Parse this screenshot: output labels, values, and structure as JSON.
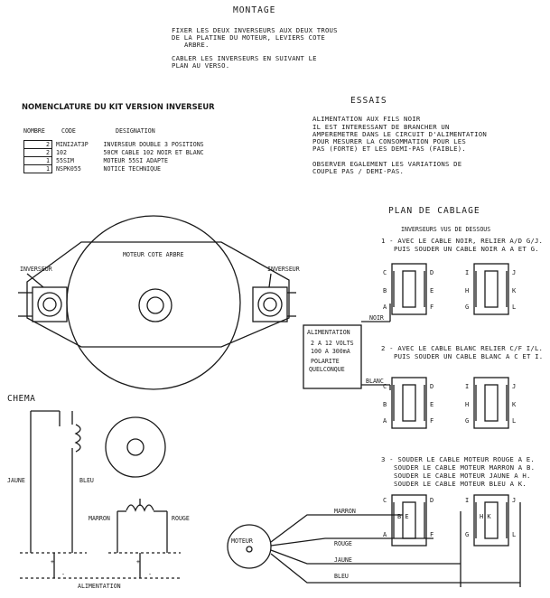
{
  "montage": {
    "title": "MONTAGE",
    "lines": [
      "FIXER LES DEUX INVERSEURS AUX DEUX TROUS",
      "DE LA PLATINE DU MOTEUR, LEVIERS COTE",
      "ARBRE.",
      "",
      "CABLER LES INVERSEURS EN SUIVANT LE",
      "PLAN AU VERSO."
    ]
  },
  "nomenclature": {
    "title": "NOMENCLATURE DU KIT VERSION INVERSEUR",
    "headers": [
      "NOMBRE",
      "CODE",
      "DESIGNATION"
    ],
    "rows": [
      {
        "qty": "2",
        "code": "MINI2AT3P",
        "desc": "INVERSEUR DOUBLE 3 POSITIONS"
      },
      {
        "qty": "2",
        "code": "102",
        "desc": "50CM CABLE 102 NOIR ET BLANC"
      },
      {
        "qty": "1",
        "code": "55SIM",
        "desc": "MOTEUR 55SI ADAPTE"
      },
      {
        "qty": "1",
        "code": "NSPK055",
        "desc": "NOTICE TECHNIQUE"
      }
    ]
  },
  "essais": {
    "title": "ESSAIS",
    "lines": [
      "ALIMENTATION AUX FILS NOIR",
      "IL EST INTERESSANT DE BRANCHER UN",
      "AMPEREMETRE DANS LE CIRCUIT D'ALIMENTATION",
      "POUR MESURER LA CONSOMMATION POUR LES",
      "PAS (FORTE) ET LES DEMI-PAS (FAIBLE).",
      "",
      "OBSERVER EGALEMENT LES VARIATIONS DE",
      "COUPLE PAS / DEMI-PAS."
    ]
  },
  "plan": {
    "title": "PLAN DE CABLAGE",
    "subtitle": "INVERSEURS VUS DE DESSOUS",
    "step1": [
      "1 - AVEC LE CABLE NOIR, RELIER A/D G/J.",
      "PUIS SOUDER UN CABLE NOIR A A ET G."
    ],
    "step2": [
      "2 - AVEC LE CABLE BLANC RELIER C/F I/L.",
      "PUIS SOUDER UN CABLE BLANC A C ET I."
    ],
    "step3": [
      "3 - SOUDER LE CABLE MOTEUR ROUGE A E.",
      "SOUDER LE CABLE MOTEUR MARRON A B.",
      "SOUDER LE CABLE MOTEUR JAUNE A H.",
      "SOUDER LE CABLE MOTEUR BLEU A K."
    ],
    "alim_lines": [
      "ALIMENTATION",
      "2 A 12 VOLTS",
      "100 A 300mA",
      "POLARITE",
      "QUELCONQUE"
    ],
    "noir": "NOIR",
    "blanc": "BLANC",
    "moteur": "MOTEUR",
    "wires": {
      "marron": "MARRON",
      "rouge": "ROUGE",
      "jaune": "JAUNE",
      "bleu": "BLEU"
    },
    "pins_left": {
      "c": "C",
      "d": "D",
      "b": "B",
      "e": "E",
      "a": "A",
      "f": "F"
    },
    "pins_right": {
      "i": "I",
      "j": "J",
      "h": "H",
      "k": "K",
      "g": "G",
      "l": "L"
    },
    "bottom_left_mid": "B E",
    "bottom_right_mid": "H K"
  },
  "motor_view": {
    "label": "MOTEUR COTE ARBRE",
    "inverseur_left": "INVERSEUR",
    "inverseur_right": "INVERSEUR"
  },
  "schema": {
    "title": "CHEMA",
    "jaune": "JAUNE",
    "bleu": "BLEU",
    "marron": "MARRON",
    "rouge": "ROUGE",
    "plus": "+",
    "minus": "-",
    "alimentation": "ALIMENTATION"
  }
}
